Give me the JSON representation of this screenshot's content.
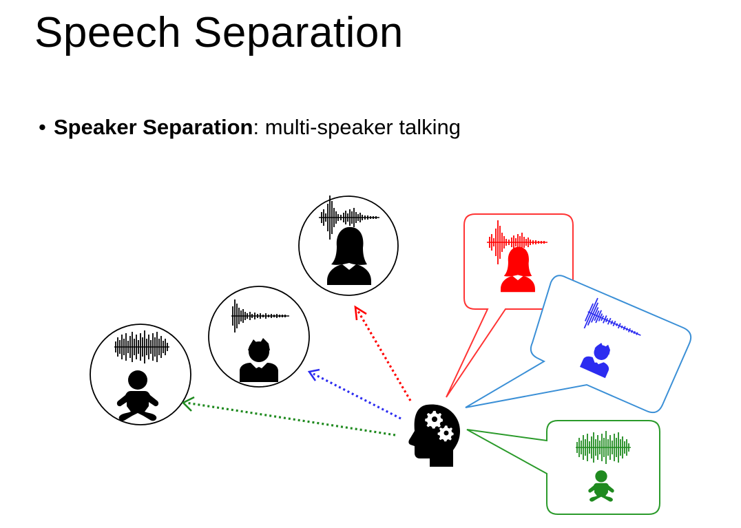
{
  "slide": {
    "title": "Speech Separation",
    "bullet": {
      "marker": "•",
      "bold": "Speaker Separation",
      "rest": ": multi-speaker talking"
    }
  },
  "colors": {
    "red": "#ff0000",
    "blue": "#2c2cf0",
    "green": "#1f8a1f",
    "red_bubble_border": "#ff3333",
    "blue_bubble_border": "#3a8fd6",
    "green_bubble_border": "#2a9a2a",
    "black": "#000000"
  },
  "icons": {
    "listener": "head-gears-icon",
    "woman": "woman-icon",
    "man": "man-icon",
    "baby": "baby-icon",
    "waveform": "waveform-icon"
  }
}
